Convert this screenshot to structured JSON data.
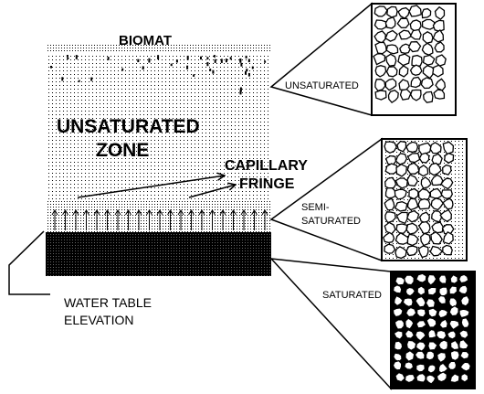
{
  "labels": {
    "biomat": "BIOMAT",
    "zone_line1": "UNSATURATED",
    "zone_line2": "ZONE",
    "capillary_line1": "CAPILLARY",
    "capillary_line2": "FRINGE",
    "water_line1": "WATER TABLE",
    "water_line2": "ELEVATION",
    "callout_unsaturated": "UNSATURATED",
    "callout_semi_line1": "SEMI-",
    "callout_semi_line2": "SATURATED",
    "callout_saturated": "SATURATED"
  },
  "colors": {
    "ink": "#000000",
    "paper": "#ffffff"
  }
}
